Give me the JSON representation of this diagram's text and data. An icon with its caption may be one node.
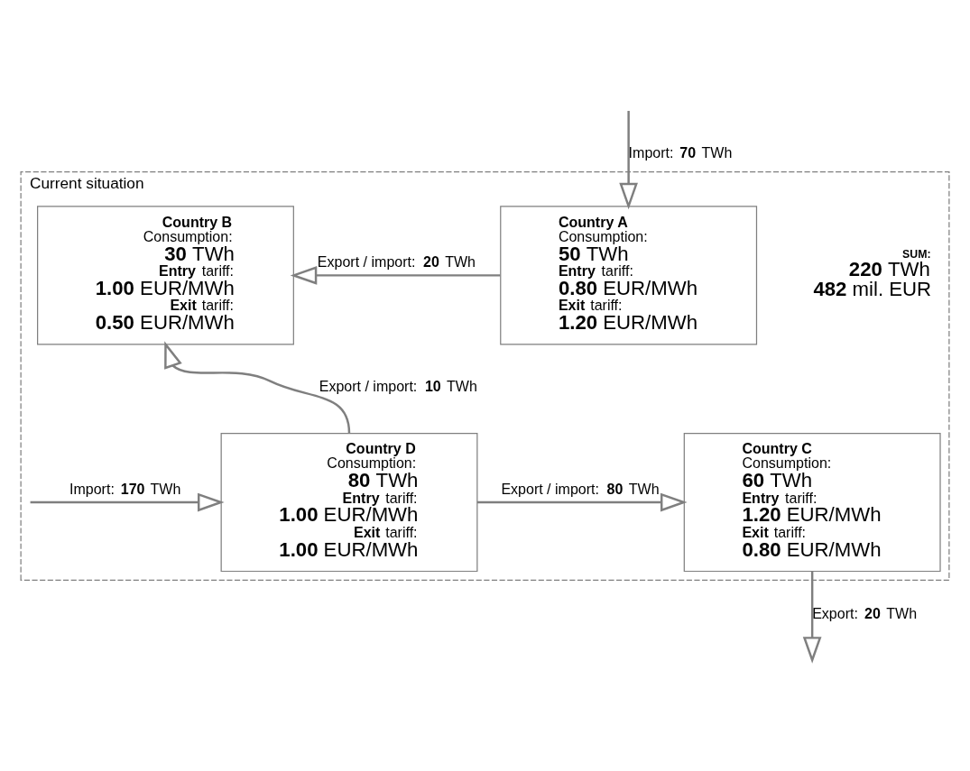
{
  "diagram": {
    "nodes": [
      {
        "text": [
          "Current situation"
        ]
      },
      {
        "text": [
          "Country A",
          "Consumption:",
          "**50** TWh",
          "**Entry** tariff:",
          "**0.80** EUR/MWh",
          "**Exit** tariff:",
          "**1.20** EUR/MWh"
        ],
        "in": 0
      },
      {
        "text": [
          "Country B",
          "Consumption:",
          "**30** TWh",
          "**Entry** tariff:",
          "**1.00** EUR/MWh",
          "**Exit** tariff:",
          "**0.50** EUR/MWh"
        ],
        "in": 0
      },
      {
        "text": [
          "Country C",
          "Consumption:",
          "**60** TWh",
          "**Entry** tariff:",
          "**1.20** EUR/MWh",
          "**Exit** tariff:",
          "**0.80** EUR/MWh"
        ],
        "in": 0
      },
      {
        "text": [
          "Country D",
          "Consumption:",
          "**80** TWh",
          "**Entry** tariff:",
          "**1.00** EUR/MWh",
          "**Exit** tariff:",
          "**1.00** EUR/MWh"
        ],
        "in": 0
      }
    ],
    "edges": [
      {
        "from": null,
        "to": 1,
        "arrow": "to",
        "label": "Import: **70** TWh"
      },
      {
        "from": 1,
        "to": 2,
        "arrow": "to",
        "label": "Export / import: **20** TWh"
      },
      {
        "from": 4,
        "to": 2,
        "arrow": "to",
        "label": "Export / import: **10** TWh"
      },
      {
        "from": 4,
        "to": 3,
        "arrow": "to",
        "label": "Export / import: **80** TWh"
      },
      {
        "from": null,
        "to": 4,
        "arrow": "to",
        "label": "Import: **170** TWh"
      },
      {
        "from": 3,
        "to": null,
        "arrow": "to",
        "label": "Export: **20** TWh"
      }
    ],
    "labels": [
      "SUM:",
      "**220** TWh",
      "**482** mil. EUR"
    ]
  }
}
